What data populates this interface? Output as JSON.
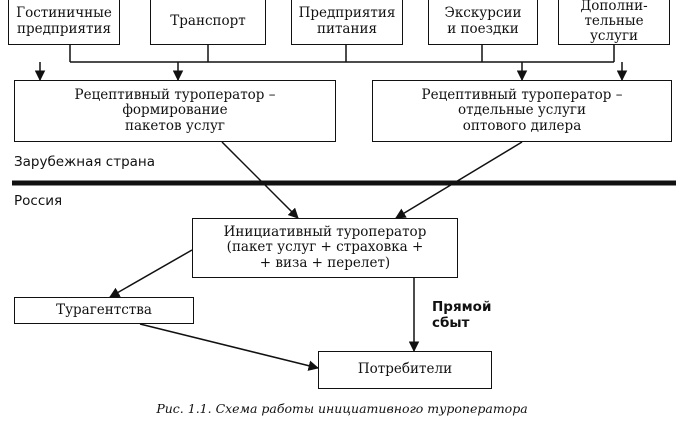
{
  "suppliers": [
    {
      "id": "hotels",
      "text": "Гостиничные\nпредприятия"
    },
    {
      "id": "transport",
      "text": "Транспорт"
    },
    {
      "id": "catering",
      "text": "Предприятия\nпитания"
    },
    {
      "id": "excursions",
      "text": "Экскурсии\nи поездки"
    },
    {
      "id": "extra",
      "text": "Дополни-\nтельные\nуслуги"
    }
  ],
  "receptive_packages": "Рецептивный туроператор –\nформирование\nпакетов услуг",
  "receptive_wholesale": "Рецептивный туроператор –\nотдельные услуги\nоптового дилера",
  "region_foreign": "Зарубежная страна",
  "region_russia": "Россия",
  "initiative_operator": "Инициативный туроператор\n(пакет услуг + страховка +\n+ виза + перелет)",
  "agencies": "Турагентства",
  "direct_sales": "Прямой\nсбыт",
  "consumers": "Потребители",
  "caption": "Рис. 1.1. Схема работы инициативного туроператора"
}
